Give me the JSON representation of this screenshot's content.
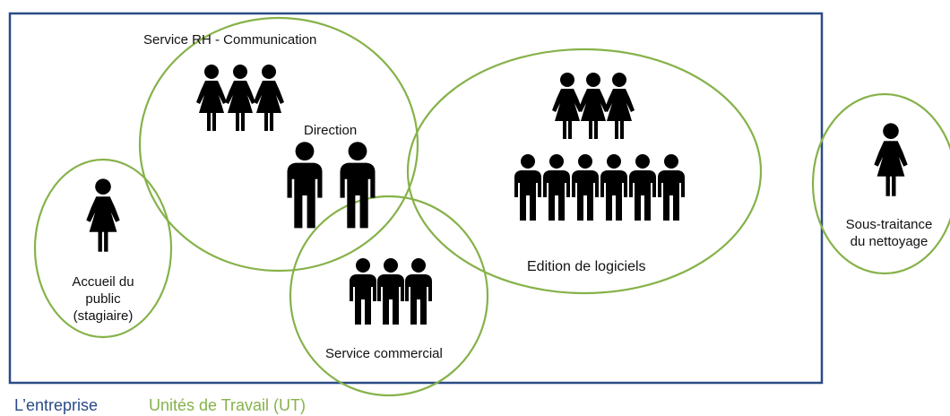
{
  "colors": {
    "enterprise": "#2a4b86",
    "unit": "#86b24a",
    "person": "#000000"
  },
  "units": [
    {
      "key": "rh",
      "label": "Service RH - Communication",
      "people": [
        "female",
        "female",
        "female"
      ]
    },
    {
      "key": "direction",
      "label": "Direction",
      "people": [
        "male",
        "male"
      ]
    },
    {
      "key": "edition",
      "label": "Edition de logiciels",
      "people": [
        "female",
        "female",
        "female",
        "male",
        "male",
        "male",
        "male",
        "male",
        "male"
      ]
    },
    {
      "key": "accueil",
      "label": "Accueil du public (stagiaire)",
      "lines": [
        "Accueil du",
        "public",
        "(stagiaire)"
      ],
      "people": [
        "female"
      ]
    },
    {
      "key": "commercial",
      "label": "Service commercial",
      "people": [
        "male",
        "male",
        "male"
      ]
    },
    {
      "key": "soustraitance",
      "label": "Sous-traitance du nettoyage",
      "lines": [
        "Sous-traitance",
        "du nettoyage"
      ],
      "people": [
        "female"
      ]
    }
  ],
  "legend": {
    "enterprise": "L’entreprise",
    "unit": "Unités de Travail (UT)"
  }
}
